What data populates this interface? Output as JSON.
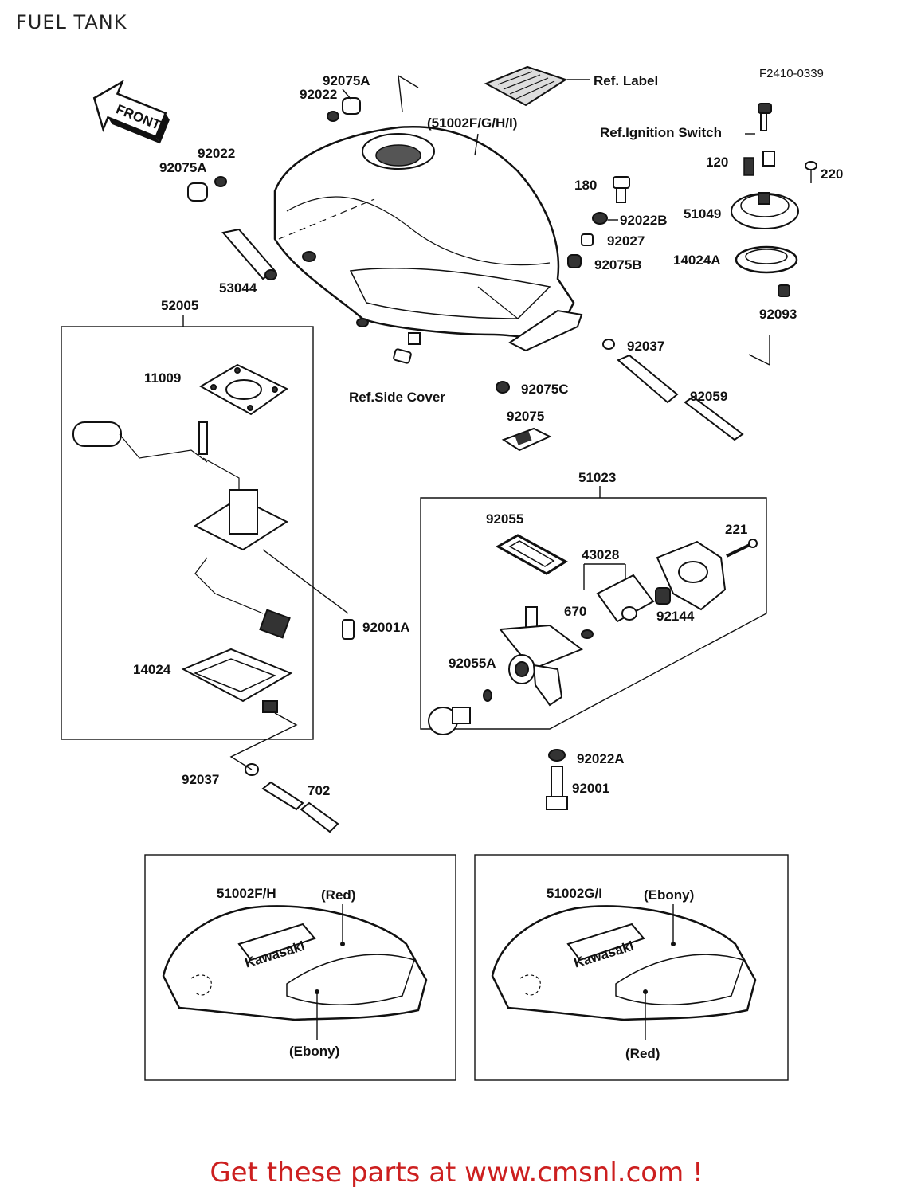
{
  "page": {
    "title": "FUEL TANK",
    "figure_code": "F2410-0339",
    "footer": "Get these parts at www.cmsnl.com !"
  },
  "arrow": {
    "label": "FRONT"
  },
  "labels": {
    "p92075A_top": "92075A",
    "p92022_top": "92022",
    "ref_label": "Ref. Label",
    "tank_main": "(51002F/G/H/I)",
    "ref_ignition": "Ref.Ignition Switch",
    "p92022_left": "92022",
    "p92075A_left": "92075A",
    "p120": "120",
    "p220": "220",
    "p180": "180",
    "p92022B": "92022B",
    "p92027": "92027",
    "p92075B": "92075B",
    "p51049": "51049",
    "p14024A": "14024A",
    "p92093": "92093",
    "p53044": "53044",
    "p52005": "52005",
    "p92037_right": "92037",
    "p11009": "11009",
    "ref_side_cover": "Ref.Side Cover",
    "p92075C": "92075C",
    "p92059": "92059",
    "p92075": "92075",
    "p51023": "51023",
    "p92055": "92055",
    "p221": "221",
    "p43028": "43028",
    "p670": "670",
    "p92144": "92144",
    "p92001A": "92001A",
    "p92055A": "92055A",
    "p14024": "14024",
    "p92022A": "92022A",
    "p92001": "92001",
    "p92037_left": "92037",
    "p702": "702"
  },
  "variants": [
    {
      "part": "51002F/H",
      "top_color": "(Red)",
      "bottom_color": "(Ebony)",
      "brand": "Kawasaki"
    },
    {
      "part": "51002G/I",
      "top_color": "(Ebony)",
      "bottom_color": "(Red)",
      "brand": "Kawasaki"
    }
  ]
}
